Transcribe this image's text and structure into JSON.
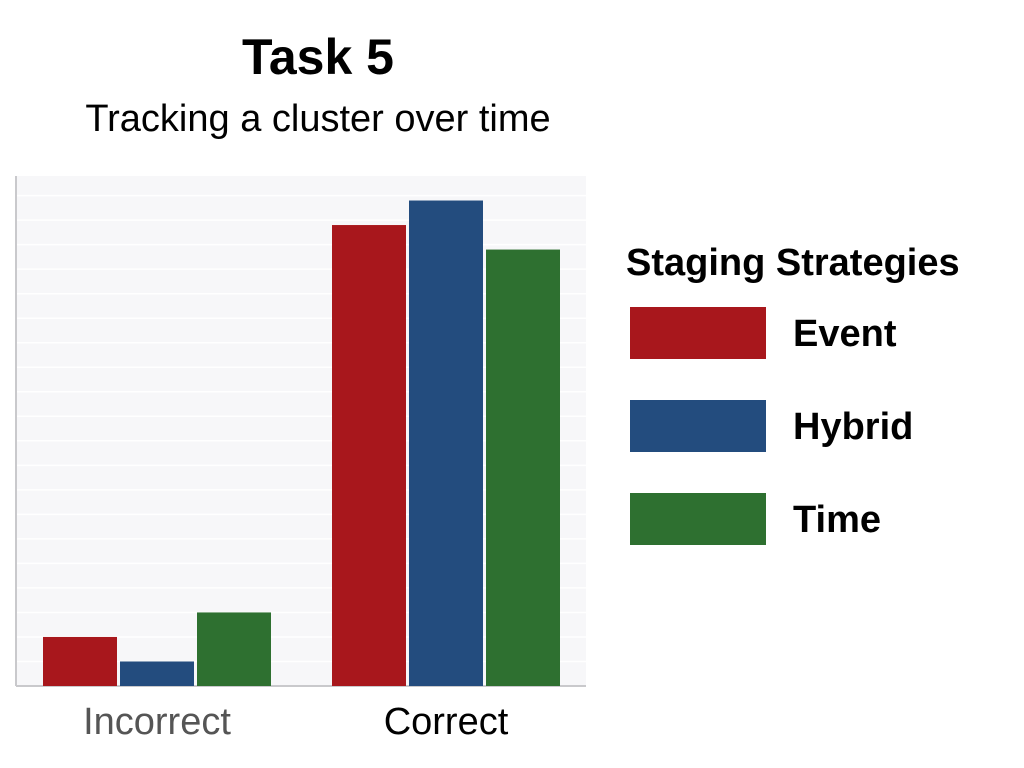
{
  "chart_data": {
    "type": "bar",
    "title": "Task 5",
    "subtitle": "Tracking a cluster over time",
    "categories": [
      "Incorrect",
      "Correct"
    ],
    "category_colors": [
      "#555555",
      "#000000"
    ],
    "series": [
      {
        "name": "Event",
        "color": "#a8171c",
        "values": [
          1.0,
          9.4
        ]
      },
      {
        "name": "Hybrid",
        "color": "#234c7e",
        "values": [
          0.5,
          9.9
        ]
      },
      {
        "name": "Time",
        "color": "#2e7030",
        "values": [
          1.5,
          8.9
        ]
      }
    ],
    "ylim": [
      0,
      10.4
    ],
    "grid": true,
    "plot_background": "#f7f7f9",
    "gridline_color": "#ffffff",
    "legend": {
      "title": "Staging Strategies",
      "placement": "right"
    }
  }
}
